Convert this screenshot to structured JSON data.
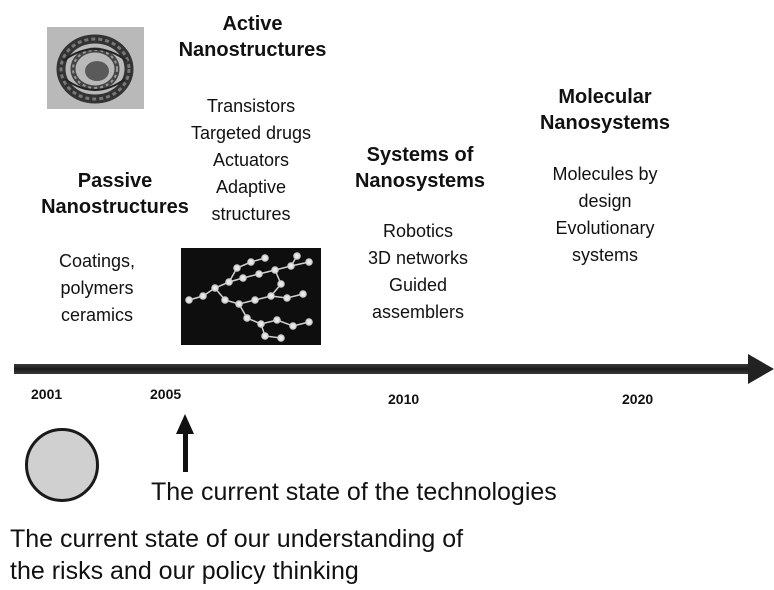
{
  "stages": [
    {
      "heading": [
        "Passive",
        "Nanostructures"
      ],
      "items": [
        "Coatings,",
        "polymers",
        "ceramics"
      ]
    },
    {
      "heading": [
        "Active",
        "Nanostructures"
      ],
      "items": [
        "Transistors",
        "Targeted drugs",
        "Actuators",
        "Adaptive",
        "structures"
      ]
    },
    {
      "heading": [
        "Systems of",
        "Nanosystems"
      ],
      "items": [
        "Robotics",
        "3D networks",
        "Guided",
        "assemblers"
      ]
    },
    {
      "heading": [
        "Molecular",
        "Nanosystems"
      ],
      "items": [
        "Molecules by",
        "design",
        "Evolutionary",
        "systems"
      ]
    }
  ],
  "years": [
    "2001",
    "2005",
    "2010",
    "2020"
  ],
  "technology_caption": "The current state of the technologies",
  "understanding_caption": [
    "The current state of our understanding of",
    "the risks and our policy thinking"
  ],
  "images": {
    "nanotube": "carbon-nanotube-image",
    "network": "molecular-network-image"
  },
  "colors": {
    "timeline": "#222222",
    "background": "#ffffff"
  }
}
